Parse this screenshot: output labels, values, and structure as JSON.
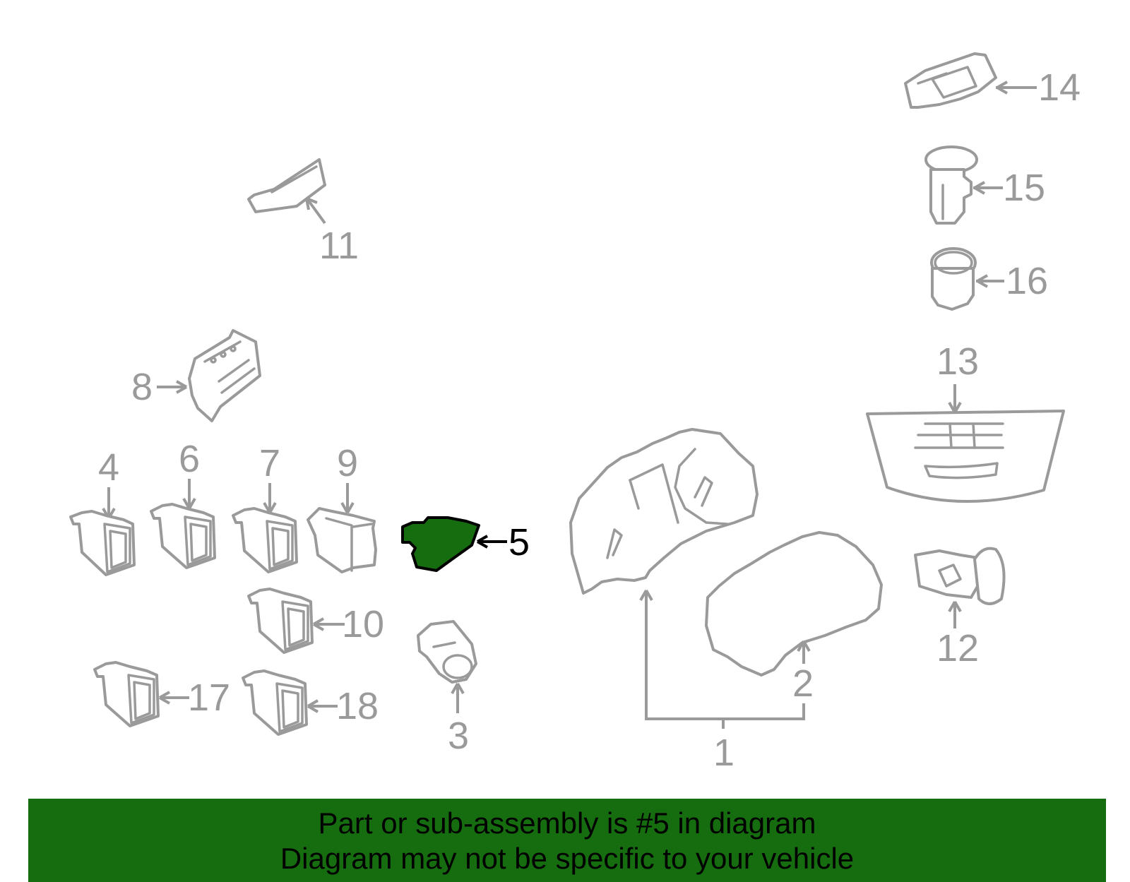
{
  "diagram": {
    "highlight_color": "#166d0f",
    "line_color": "#9a9a9a",
    "highlighted_part": "5",
    "callouts": [
      "1",
      "2",
      "3",
      "4",
      "5",
      "6",
      "7",
      "8",
      "9",
      "10",
      "11",
      "12",
      "13",
      "14",
      "15",
      "16",
      "17",
      "18"
    ]
  },
  "banner": {
    "line1": "Part or sub-assembly is #5 in diagram",
    "line2": "Diagram may not be specific to your vehicle"
  }
}
